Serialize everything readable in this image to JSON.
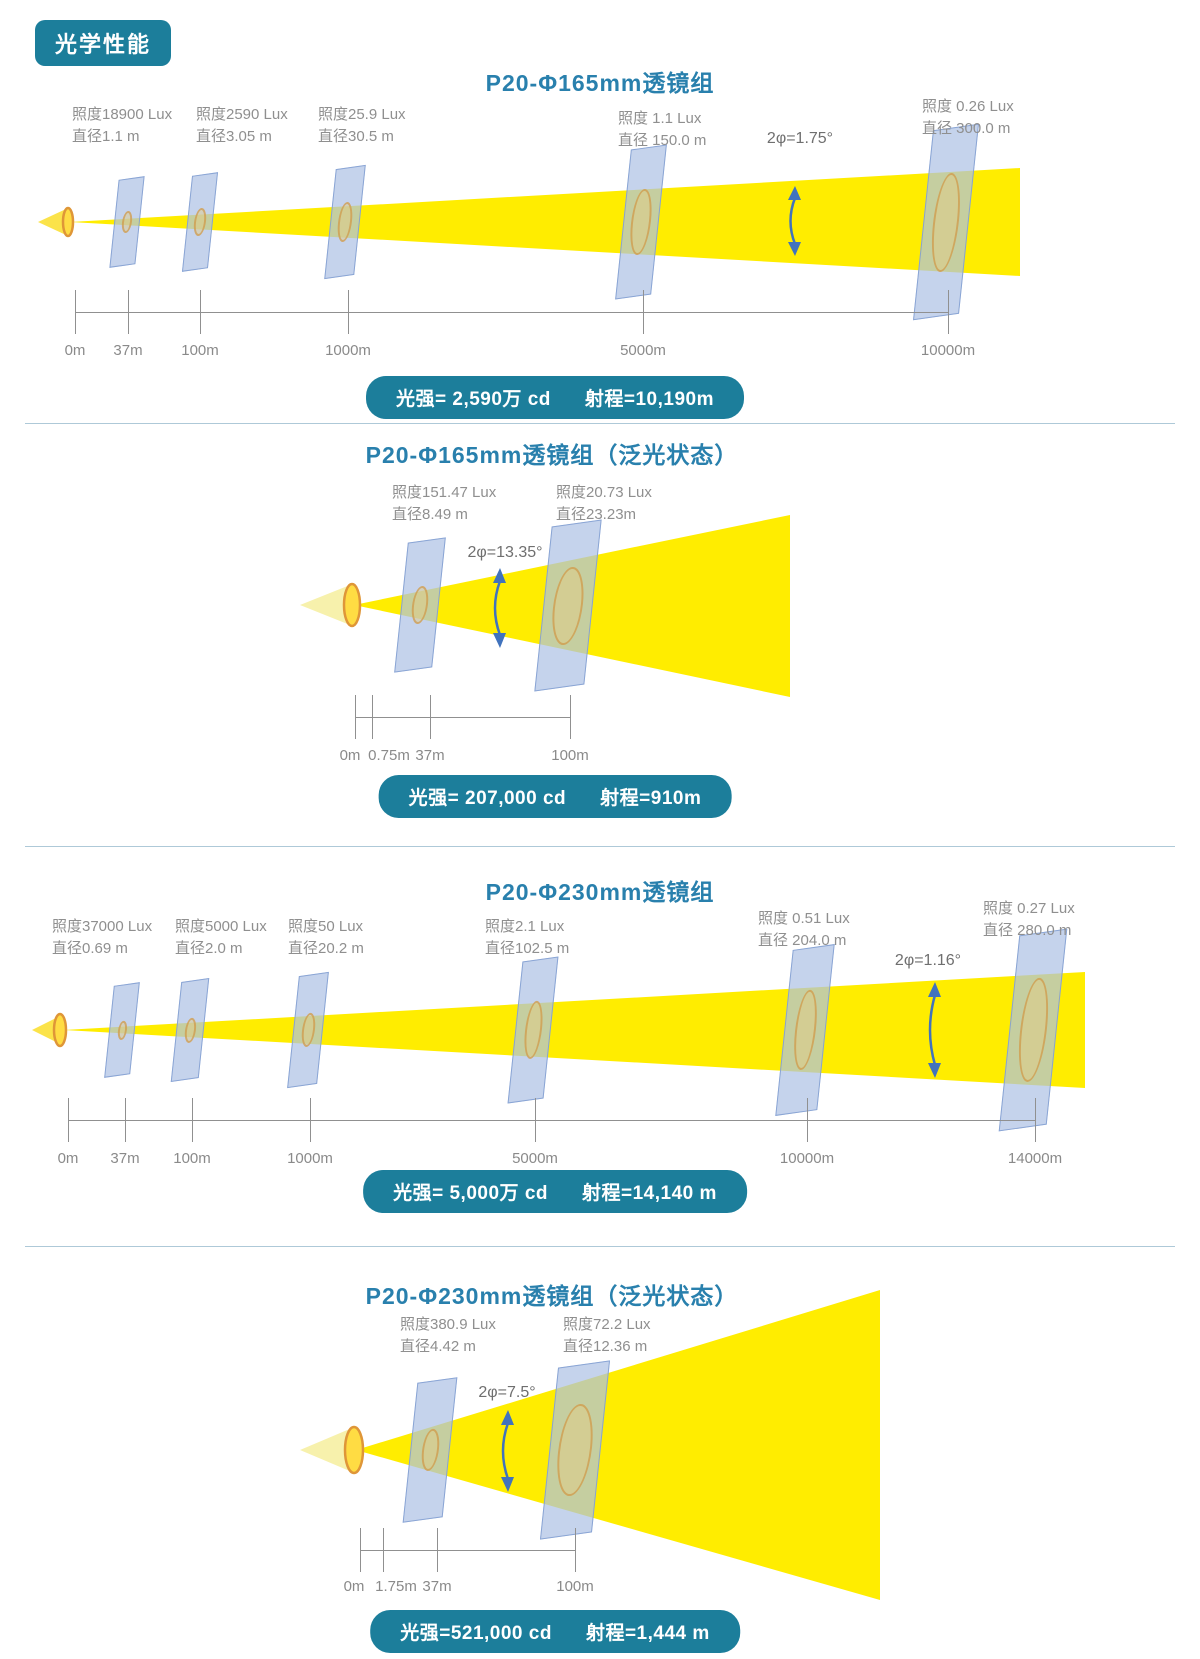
{
  "header": {
    "badge": "光学性能"
  },
  "colors": {
    "teal": "#1c7e9b",
    "title_blue": "#2980ad",
    "beam_yellow": "#ffed00",
    "screen_blue": "#acc1e4",
    "arrow_blue": "#4173bd",
    "label_gray": "#8f8f8f"
  },
  "diagrams": [
    {
      "title": "P20-Φ165mm透镜组",
      "angle": "2φ=1.75°",
      "screens": [
        {
          "lux": "照度18900 Lux",
          "dia": "直径1.1 m"
        },
        {
          "lux": "照度2590 Lux",
          "dia": "直径3.05 m"
        },
        {
          "lux": "照度25.9 Lux",
          "dia": "直径30.5 m"
        },
        {
          "lux": "照度 1.1 Lux",
          "dia": "直径 150.0 m"
        },
        {
          "lux": "照度 0.26 Lux",
          "dia": "直径 300.0 m"
        }
      ],
      "ticks": [
        "0m",
        "37m",
        "100m",
        "1000m",
        "5000m",
        "10000m"
      ],
      "badge": {
        "intensity": "光强= 2,590万 cd",
        "range": "射程=10,190m"
      }
    },
    {
      "title": "P20-Φ165mm透镜组（泛光状态）",
      "angle": "2φ=13.35°",
      "screens": [
        {
          "lux": "照度151.47 Lux",
          "dia": "直径8.49 m"
        },
        {
          "lux": "照度20.73 Lux",
          "dia": "直径23.23m"
        }
      ],
      "ticks": [
        "0m",
        "0.75m",
        "37m",
        "100m"
      ],
      "badge": {
        "intensity": "光强= 207,000 cd",
        "range": "射程=910m"
      }
    },
    {
      "title": "P20-Φ230mm透镜组",
      "angle": "2φ=1.16°",
      "screens": [
        {
          "lux": "照度37000 Lux",
          "dia": "直径0.69 m"
        },
        {
          "lux": "照度5000 Lux",
          "dia": "直径2.0 m"
        },
        {
          "lux": "照度50 Lux",
          "dia": "直径20.2 m"
        },
        {
          "lux": "照度2.1 Lux",
          "dia": "直径102.5 m"
        },
        {
          "lux": "照度 0.51 Lux",
          "dia": "直径 204.0 m"
        },
        {
          "lux": "照度 0.27 Lux",
          "dia": "直径 280.0 m"
        }
      ],
      "ticks": [
        "0m",
        "37m",
        "100m",
        "1000m",
        "5000m",
        "10000m",
        "14000m"
      ],
      "badge": {
        "intensity": "光强= 5,000万 cd",
        "range": "射程=14,140 m"
      }
    },
    {
      "title": "P20-Φ230mm透镜组（泛光状态）",
      "angle": "2φ=7.5°",
      "screens": [
        {
          "lux": "照度380.9 Lux",
          "dia": "直径4.42 m"
        },
        {
          "lux": "照度72.2 Lux",
          "dia": "直径12.36 m"
        }
      ],
      "ticks": [
        "0m",
        "1.75m",
        "37m",
        "100m"
      ],
      "badge": {
        "intensity": "光强=521,000 cd",
        "range": "射程=1,444 m"
      }
    }
  ]
}
